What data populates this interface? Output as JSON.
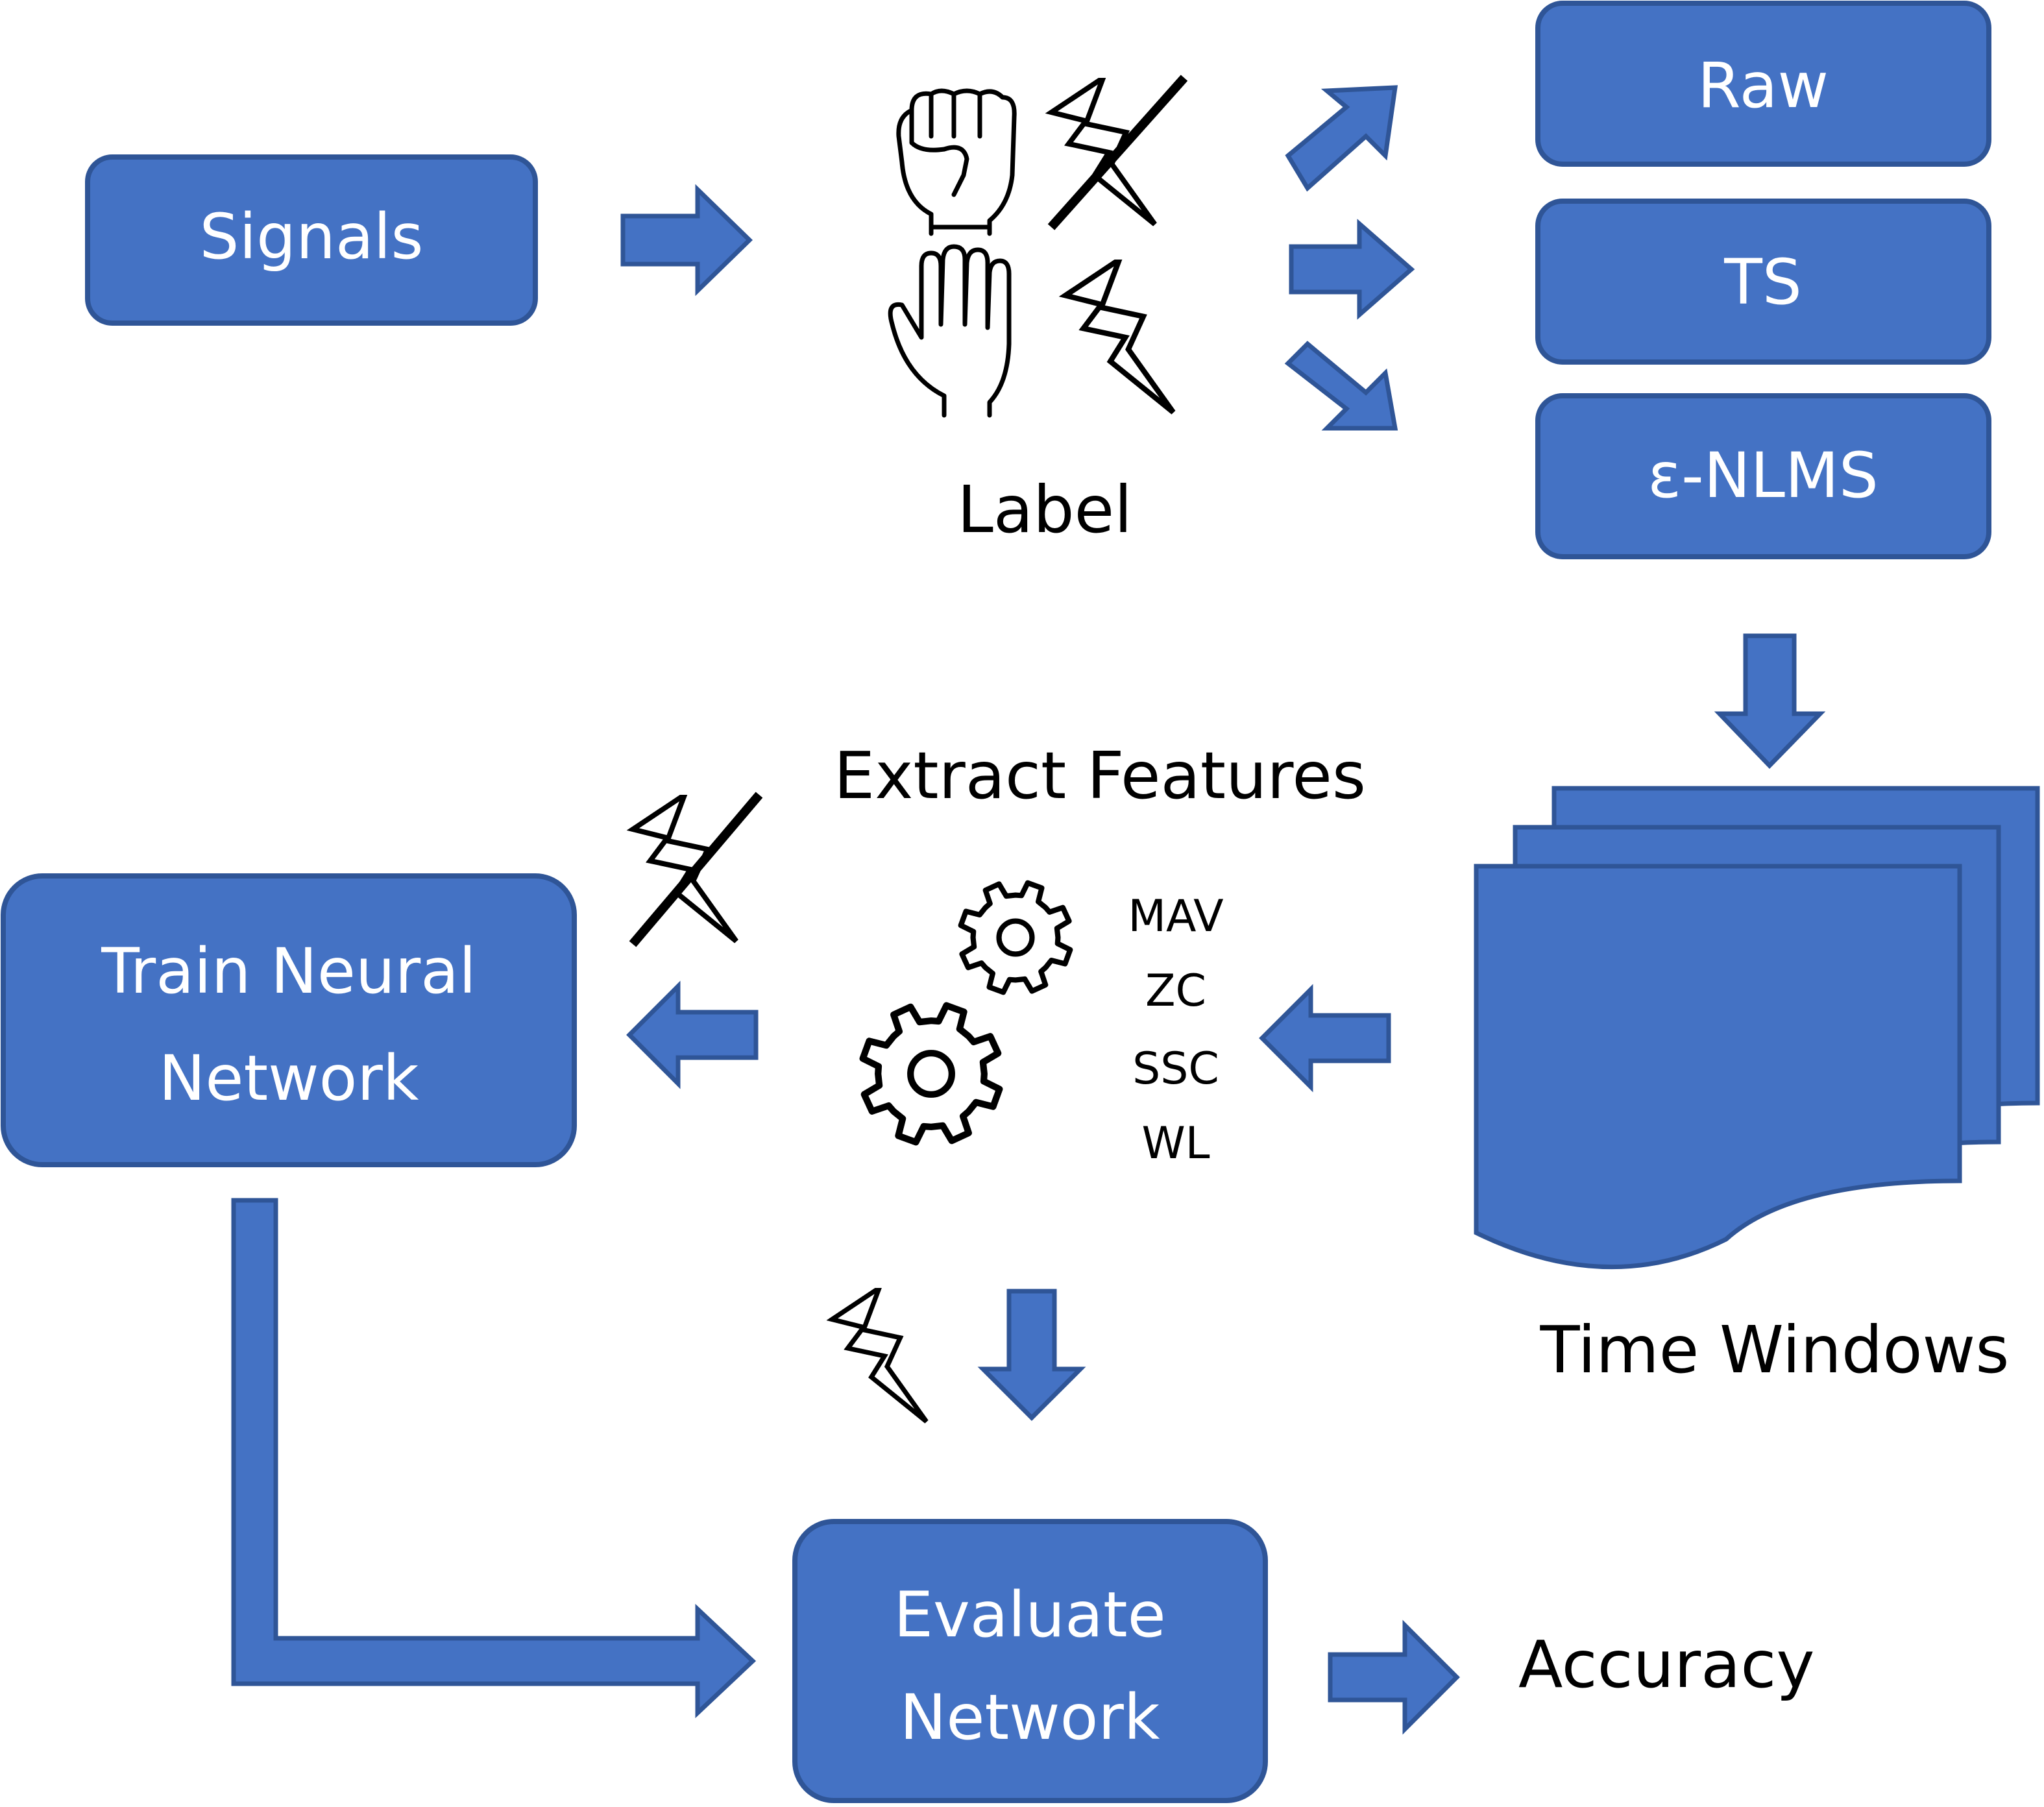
{
  "diagram": {
    "signals_label": "Signals",
    "label_caption": "Label",
    "raw_label": "Raw",
    "ts_label": "TS",
    "enlms_label": "ε-NLMS",
    "extract_features_caption": "Extract  Features",
    "features": [
      "MAV",
      "ZC",
      "SSC",
      "WL"
    ],
    "train_line1": "Train  Neural",
    "train_line2": "Network",
    "time_windows_caption": "Time  Windows",
    "evaluate_line1": "Evaluate",
    "evaluate_line2": "Network",
    "accuracy_label": "Accuracy"
  },
  "colors": {
    "box_fill": "#4472C4",
    "box_stroke": "#2F5597",
    "icon_stroke": "#000000"
  },
  "icons": [
    "fist-icon",
    "open-hand-icon",
    "bolt-icon",
    "crossed-bolt-icon",
    "gear-icon",
    "document-stack-icon"
  ]
}
